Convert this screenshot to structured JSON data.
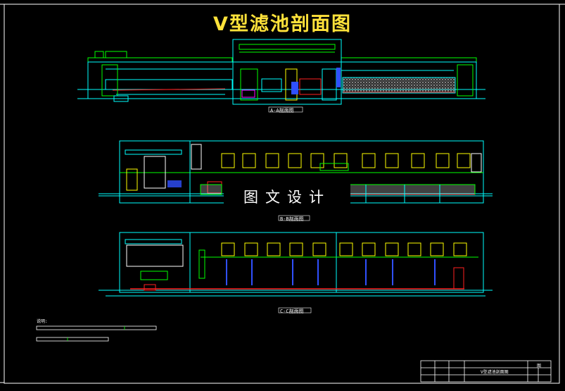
{
  "drawing": {
    "title": "V型滤池剖面图",
    "watermark": "图文设计",
    "section_labels": [
      "A-A剖面图",
      "B-B剖面图",
      "C-C剖面图"
    ],
    "notes_label": "说明:",
    "title_block": {
      "drawing_name": "V型滤池剖面图",
      "sheet_no": "图"
    }
  },
  "colors": {
    "background": "#000000",
    "frame": "#ffffff",
    "cyan": "#00ffff",
    "green": "#00ff00",
    "yellow": "#ffff00",
    "red": "#ff2020",
    "blue": "#3050ff",
    "magenta": "#ff00ff",
    "title": "#ffe23a"
  }
}
